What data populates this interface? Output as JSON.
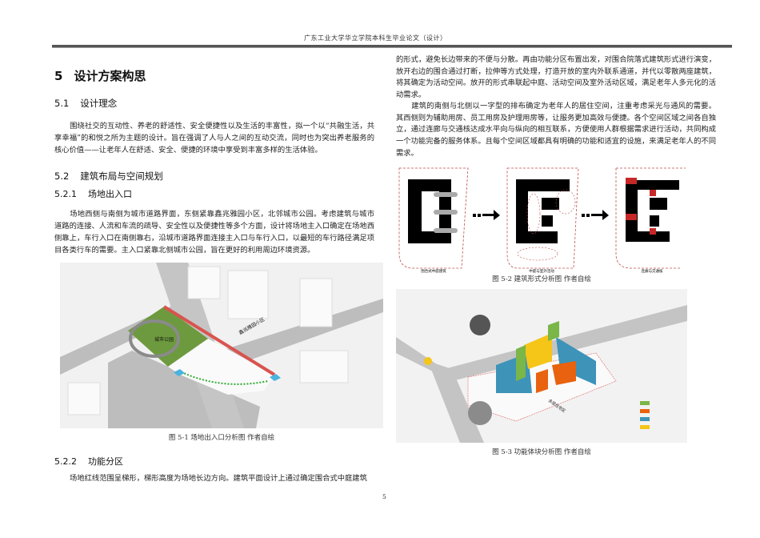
{
  "header": {
    "running_title": "广东工业大学华立学院本科生毕业论文（设计）"
  },
  "chapter": {
    "number": "5",
    "title": "设计方案构思"
  },
  "s51": {
    "number": "5.1",
    "title": "设计理念",
    "para": "围绕社交的互动性、养老的舒适性、安全便捷性以及生活的丰富性，拟一个以“共融生活，共享幸福”的和悦之所为主题的设计。旨在强调了人与人之间的互动交流，同时也为突出养老服务的核心价值——让老年人在舒适、安全、便捷的环境中享受到丰富多样的生活体验。"
  },
  "s52": {
    "number": "5.2",
    "title": "建筑布局与空间规划"
  },
  "s521": {
    "number": "5.2.1",
    "title": "场地出入口",
    "para": "场地西侧与南侧为城市道路界面，东侧紧靠鑫兆雅园小区，北邻城市公园。考虑建筑与城市道路的连接、人流和车流的疏导、安全性以及便捷性等多个方面，设计将场地主入口确定在场地西侧靠上，车行入口在南侧靠右，沿城市道路界面连接主入口与车行入口，以最短的车行路径满足项目各类行车的需要。主入口紧靠北侧城市公园，旨在更好的利用周边环境资源。"
  },
  "fig51": {
    "caption": "图 5-1 场地出入口分析图 作者自绘",
    "labels": {
      "park": "城市公园",
      "neighborhood": "鑫兆雅园小区"
    }
  },
  "s522": {
    "number": "5.2.2",
    "title": "功能分区",
    "para_start": "场地红线范围呈梯形，梯形高度为场地长边方向。建筑平面设计上通过确定围合式中庭建筑",
    "para_cont": "的形式，避免长边带来的不便与分散。再由功能分区布置出发，对围合院落式建筑形式进行演变，放开右边的围合通过打断，拉伸等方式处理，打造开放的室内外联系通道，并代以零散两座建筑，将其确定为活动空间。放开的形式串联起中庭、活动空间及室外活动区域，满足老年人多元化的活动需求。",
    "para2": "建筑的南侧与北侧以一字型的排布确定为老年人的居住空间，注重考虑采光与通风的需要。其西侧则为辅助用房、员工用房及护理用房等，让服务更加高效与便捷。各个空间区域之间各自独立，通过连廊与交通核达成水平向与纵向的相互联系，方便使用人群根据需求进行活动，共同构成一个功能完备的服务体系。且每个空间区域都具有明确的功能和适宜的设施，来满足老年人的不同需求。"
  },
  "fig52": {
    "caption": "图 5-2 建筑形式分析图 作者自绘",
    "panels": [
      "围合式中庭建筑",
      "中庭与室外活动",
      "连廊与交通核"
    ]
  },
  "fig53": {
    "caption": "图 5-3 功能体块分析图 作者自绘",
    "labels": {
      "residential": "多层住宅区"
    },
    "legend_colors": [
      "#7ab648",
      "#e8620f",
      "#3d93b8",
      "#f5c518"
    ]
  },
  "page_number": "5"
}
